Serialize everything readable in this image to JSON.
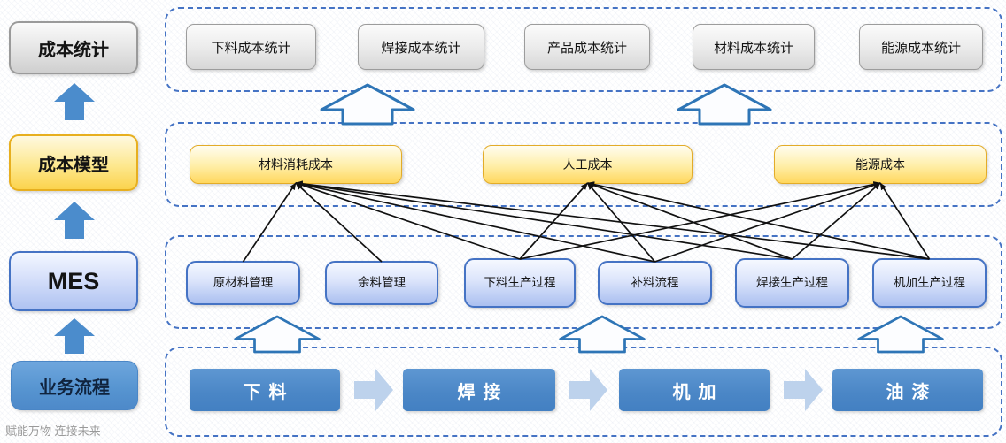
{
  "watermark": "赋能万物  连接未来",
  "colors": {
    "accent_blue": "#4a86c6",
    "dashed_border": "#4573c4",
    "hollow_arrow_stroke": "#2e75b6",
    "yellow_border": "#e3ac28",
    "gray_border": "#9c9c9c",
    "connector": "#111111"
  },
  "left_stack": {
    "items": [
      {
        "label": "成本统计"
      },
      {
        "label": "成本模型"
      },
      {
        "label": "MES"
      },
      {
        "label": "业务流程"
      }
    ]
  },
  "rows": {
    "statistics": {
      "items": [
        {
          "label": "下料成本统计"
        },
        {
          "label": "焊接成本统计"
        },
        {
          "label": "产品成本统计"
        },
        {
          "label": "材料成本统计"
        },
        {
          "label": "能源成本统计"
        }
      ]
    },
    "cost_model": {
      "items": [
        {
          "label": "材料消耗成本"
        },
        {
          "label": "人工成本"
        },
        {
          "label": "能源成本"
        }
      ]
    },
    "mes": {
      "items": [
        {
          "label": "原材料管理"
        },
        {
          "label": "余料管理"
        },
        {
          "label": "下料生产过程"
        },
        {
          "label": "补料流程"
        },
        {
          "label": "焊接生产过程"
        },
        {
          "label": "机加生产过程"
        }
      ]
    },
    "process": {
      "items": [
        {
          "label": "下料"
        },
        {
          "label": "焊接"
        },
        {
          "label": "机加"
        },
        {
          "label": "油漆"
        }
      ]
    }
  },
  "connections": [
    {
      "from": 0,
      "to": 0
    },
    {
      "from": 1,
      "to": 0
    },
    {
      "from": 2,
      "to": 0
    },
    {
      "from": 2,
      "to": 1
    },
    {
      "from": 2,
      "to": 2
    },
    {
      "from": 3,
      "to": 0
    },
    {
      "from": 3,
      "to": 1
    },
    {
      "from": 3,
      "to": 2
    },
    {
      "from": 4,
      "to": 0
    },
    {
      "from": 4,
      "to": 1
    },
    {
      "from": 4,
      "to": 2
    },
    {
      "from": 5,
      "to": 0
    },
    {
      "from": 5,
      "to": 1
    },
    {
      "from": 5,
      "to": 2
    }
  ]
}
